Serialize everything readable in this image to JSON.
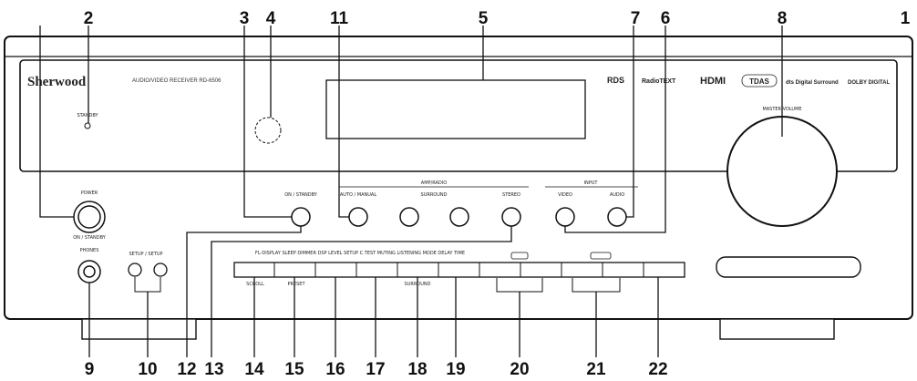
{
  "panel": {
    "brand": "Sherwood",
    "model_label": "AUDIO/VIDEO RECEIVER RD-6506",
    "standby_label": "STANDBY",
    "master_volume_label": "MASTER VOLUME",
    "power_label": "POWER",
    "power_sub_label": "ON / STANDBY",
    "on_standby_label": "ON / STANDBY",
    "auto_manual_label": "AUTO / MANUAL",
    "group_label": "AMP/RADIO",
    "surround_label": "SURROUND",
    "stereo_label": "STEREO",
    "input_group_label": "INPUT",
    "video_label": "VIDEO",
    "audio_label": "AUDIO",
    "phones_label": "PHONES",
    "setup_label": "SETUP / SETUP",
    "strip_label": "FL-DISPLAY  SLEEP  DIMMER  DSP LEVEL  SETUP  C.TEST  MUTING  LISTENING MODE  DELAY TIME",
    "btn_label_1": "SCROLL",
    "btn_label_2": "PRESET",
    "btn_label_3": "SURROUND",
    "logos": [
      "RDS",
      "RadioTEXT",
      "HDMI",
      "TDAS",
      "dts Digital Surround",
      "DOLBY DIGITAL"
    ]
  },
  "callouts": [
    "1",
    "2",
    "3",
    "4",
    "5",
    "6",
    "7",
    "8",
    "9",
    "10",
    "11",
    "12",
    "13",
    "14",
    "15",
    "16",
    "17",
    "18",
    "19",
    "20",
    "21",
    "22"
  ]
}
